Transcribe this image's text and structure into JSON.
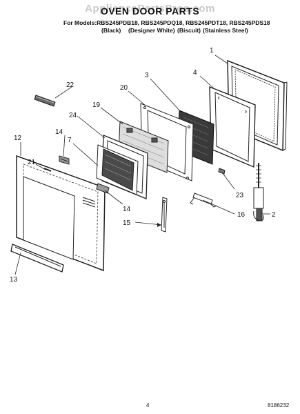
{
  "watermark": "AppliancePartsPros.com",
  "title": "OVEN DOOR PARTS",
  "models_line": "For Models:RBS245PDB18, RBS245PDQ18, RBS245PDT18, RBS245PDS18",
  "variants": [
    "(Black)",
    "(Designer White)",
    "(Biscuit)",
    "(Stainless Steel)"
  ],
  "callouts": {
    "c1": "1",
    "c2": "2",
    "c3": "3",
    "c4": "4",
    "c7": "7",
    "c12": "12",
    "c13": "13",
    "c14a": "14",
    "c14b": "14",
    "c15": "15",
    "c16": "16",
    "c19": "19",
    "c20": "20",
    "c21": "21",
    "c22": "22",
    "c23": "23",
    "c24": "24"
  },
  "page_number": "4",
  "doc_code": "8186232"
}
